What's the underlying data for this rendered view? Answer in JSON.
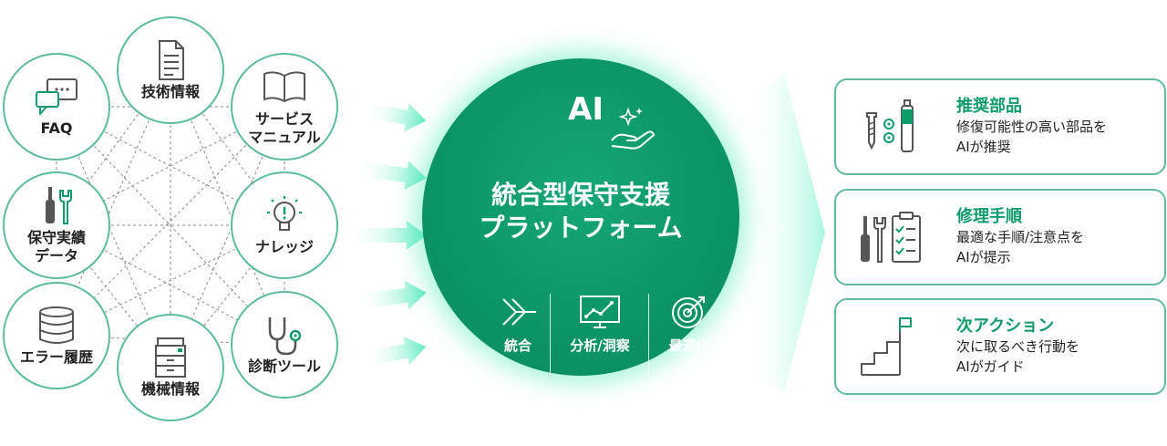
{
  "sources": [
    {
      "id": "faq",
      "label": "FAQ",
      "icon": "chat-bubbles-icon"
    },
    {
      "id": "tech",
      "label": "技術情報",
      "icon": "document-icon"
    },
    {
      "id": "manual",
      "label": "サービス\nマニュアル",
      "icon": "open-book-icon"
    },
    {
      "id": "maint",
      "label": "保守実績\nデータ",
      "icon": "screwdriver-wrench-icon"
    },
    {
      "id": "knowledge",
      "label": "ナレッジ",
      "icon": "lightbulb-icon"
    },
    {
      "id": "errors",
      "label": "エラー履歴",
      "icon": "database-icon"
    },
    {
      "id": "machine",
      "label": "機械情報",
      "icon": "multifunction-printer-icon"
    },
    {
      "id": "diag",
      "label": "診断ツール",
      "icon": "stethoscope-icon"
    }
  ],
  "hub": {
    "ai_badge": "AI",
    "title_line1": "統合型保守支援",
    "title_line2": "プラットフォーム",
    "features": [
      {
        "label": "統合",
        "icon": "merge-arrow-icon"
      },
      {
        "label": "分析/洞察",
        "icon": "chart-monitor-icon"
      },
      {
        "label": "最適化",
        "icon": "target-icon"
      }
    ]
  },
  "outputs": [
    {
      "title": "推奨部品",
      "desc": "修復可能性の高い部品を\nAIが推奨",
      "icon": "parts-icon"
    },
    {
      "title": "修理手順",
      "desc": "最適な手順/注意点を\nAIが提示",
      "icon": "checklist-tools-icon"
    },
    {
      "title": "次アクション",
      "desc": "次に取るべき行動を\nAIがガイド",
      "icon": "stairs-flag-icon"
    }
  ],
  "colors": {
    "primary": "#0c9466",
    "accent_line": "#5cbd98",
    "title_green": "#0f9b6a",
    "glow": "#6ff0c8"
  }
}
